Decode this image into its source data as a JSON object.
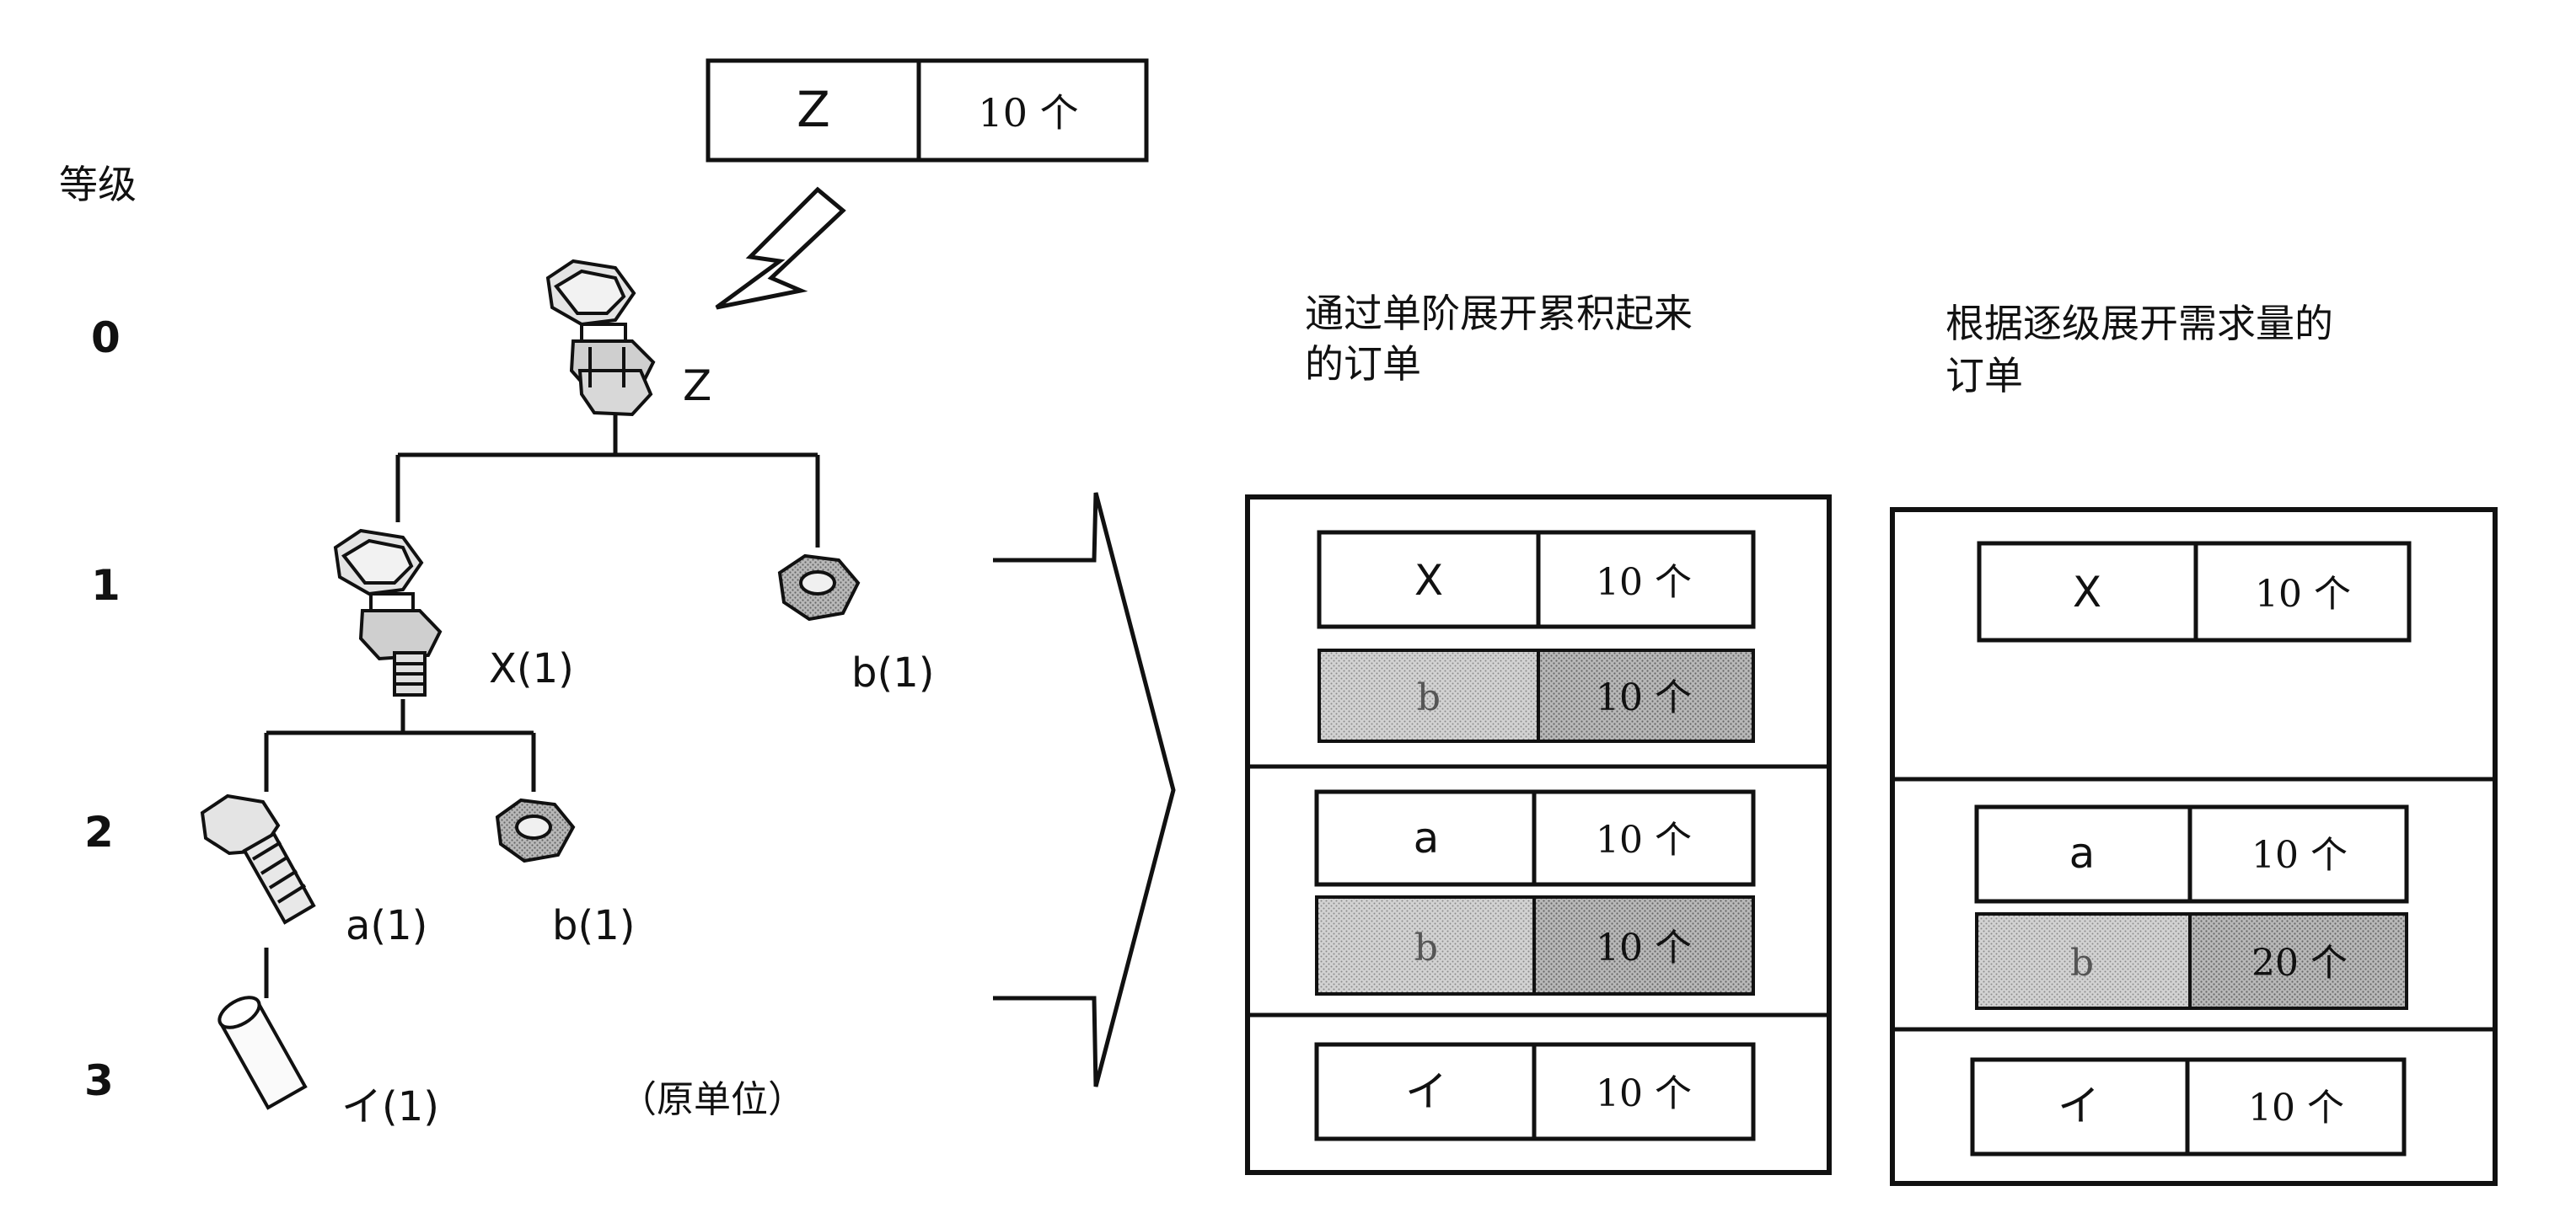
{
  "top_order": {
    "item": "Z",
    "qty": "10 个"
  },
  "level_header": "等级",
  "levels": [
    "0",
    "1",
    "2",
    "3"
  ],
  "part_labels": {
    "z": "Z",
    "x": "X(1)",
    "b1": "b(1)",
    "a": "a(1)",
    "b2": "b(1)",
    "i": "イ(1)"
  },
  "unit_note": "（原单位）",
  "single_level": {
    "title_line1": "通过单阶展开累积起来",
    "title_line2": "的订单",
    "rows": [
      {
        "item": "X",
        "qty": "10 个",
        "shaded": false
      },
      {
        "item": "b",
        "qty": "10 个",
        "shaded": true
      },
      {
        "item": "a",
        "qty": "10 个",
        "shaded": false
      },
      {
        "item": "b",
        "qty": "10 个",
        "shaded": true
      },
      {
        "item": "イ",
        "qty": "10 个",
        "shaded": false
      }
    ]
  },
  "multi_level": {
    "title_line1": "根据逐级展开需求量的",
    "title_line2": "订单",
    "rows": [
      {
        "item": "X",
        "qty": "10 个",
        "shaded": false
      },
      {
        "item": "a",
        "qty": "10 个",
        "shaded": false
      },
      {
        "item": "b",
        "qty": "20 个",
        "shaded": true
      },
      {
        "item": "イ",
        "qty": "10 个",
        "shaded": false
      }
    ]
  },
  "colors": {
    "ink": "#111111",
    "shade": "#c8c8c8",
    "part_fill": "#e4e4e4",
    "nut_fill": "#bdbdbd"
  }
}
